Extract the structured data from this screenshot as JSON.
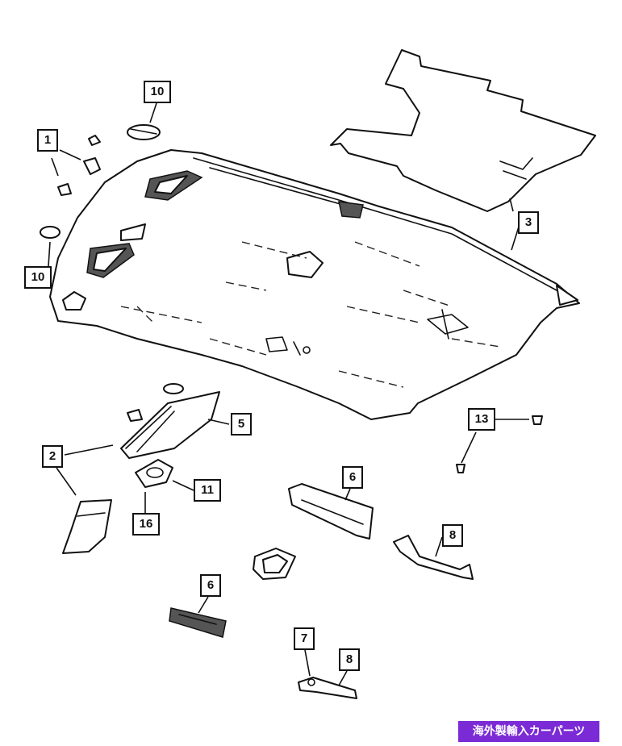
{
  "callouts": [
    {
      "id": "c1",
      "label": "1"
    },
    {
      "id": "c2",
      "label": "2"
    },
    {
      "id": "c3",
      "label": "3"
    },
    {
      "id": "c5",
      "label": "5"
    },
    {
      "id": "c6a",
      "label": "6"
    },
    {
      "id": "c6b",
      "label": "6"
    },
    {
      "id": "c7",
      "label": "7"
    },
    {
      "id": "c8a",
      "label": "8"
    },
    {
      "id": "c8b",
      "label": "8"
    },
    {
      "id": "c10a",
      "label": "10"
    },
    {
      "id": "c10b",
      "label": "10"
    },
    {
      "id": "c11",
      "label": "11"
    },
    {
      "id": "c13",
      "label": "13"
    },
    {
      "id": "c16",
      "label": "16"
    }
  ],
  "watermark": "海外製輸入カーパーツ",
  "colors": {
    "line": "#111111",
    "watermark_bg": "#7b2bd6",
    "watermark_text": "#ffffff"
  }
}
